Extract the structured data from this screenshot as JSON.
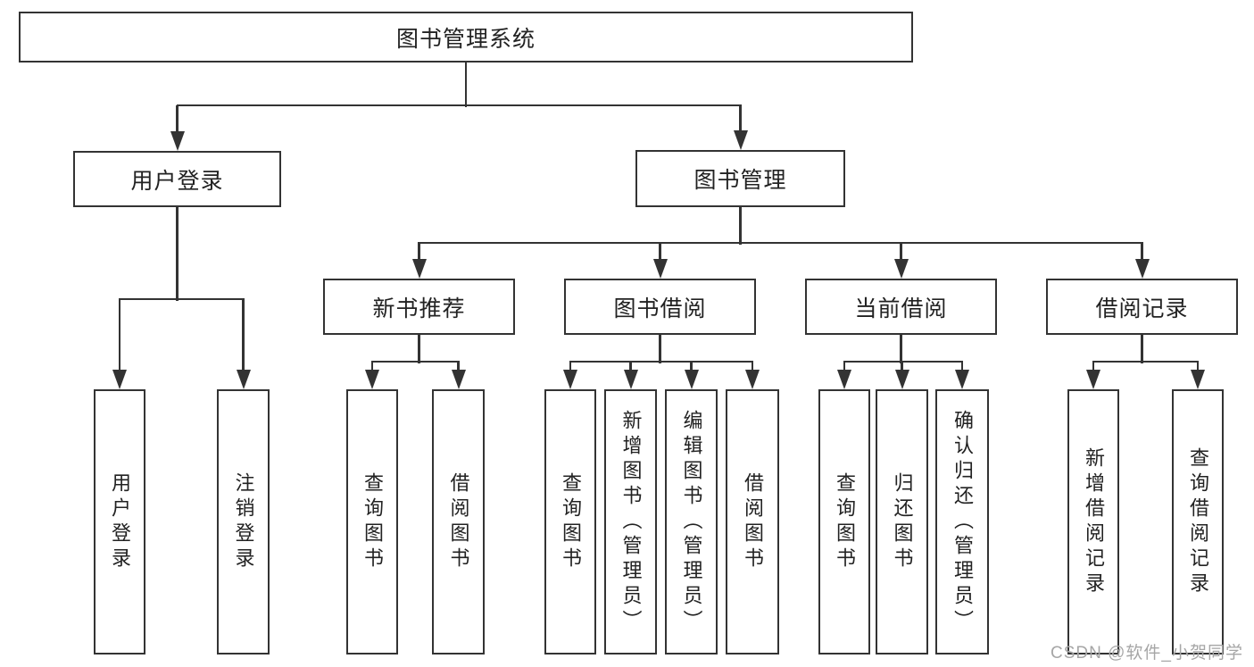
{
  "tree": {
    "root": {
      "label": "图书管理系统"
    },
    "children": [
      {
        "label": "用户登录",
        "children": [
          {
            "label": "用户登录"
          },
          {
            "label": "注销登录"
          }
        ]
      },
      {
        "label": "图书管理",
        "children": [
          {
            "label": "新书推荐",
            "children": [
              {
                "label": "查询图书"
              },
              {
                "label": "借阅图书"
              }
            ]
          },
          {
            "label": "图书借阅",
            "children": [
              {
                "label": "查询图书"
              },
              {
                "label": "新增图书（管理员）"
              },
              {
                "label": "编辑图书（管理员）"
              },
              {
                "label": "借阅图书"
              }
            ]
          },
          {
            "label": "当前借阅",
            "children": [
              {
                "label": "查询图书"
              },
              {
                "label": "归还图书"
              },
              {
                "label": "确认归还（管理员）"
              }
            ]
          },
          {
            "label": "借阅记录",
            "children": [
              {
                "label": "新增借阅记录"
              },
              {
                "label": "查询借阅记录"
              }
            ]
          }
        ]
      }
    ]
  },
  "watermark": {
    "text": "CSDN @软件_小贺同学"
  },
  "colors": {
    "line": "#333333",
    "border": "#333333",
    "text": "#222222",
    "watermark": "#a6a6a6",
    "background": "#ffffff"
  }
}
